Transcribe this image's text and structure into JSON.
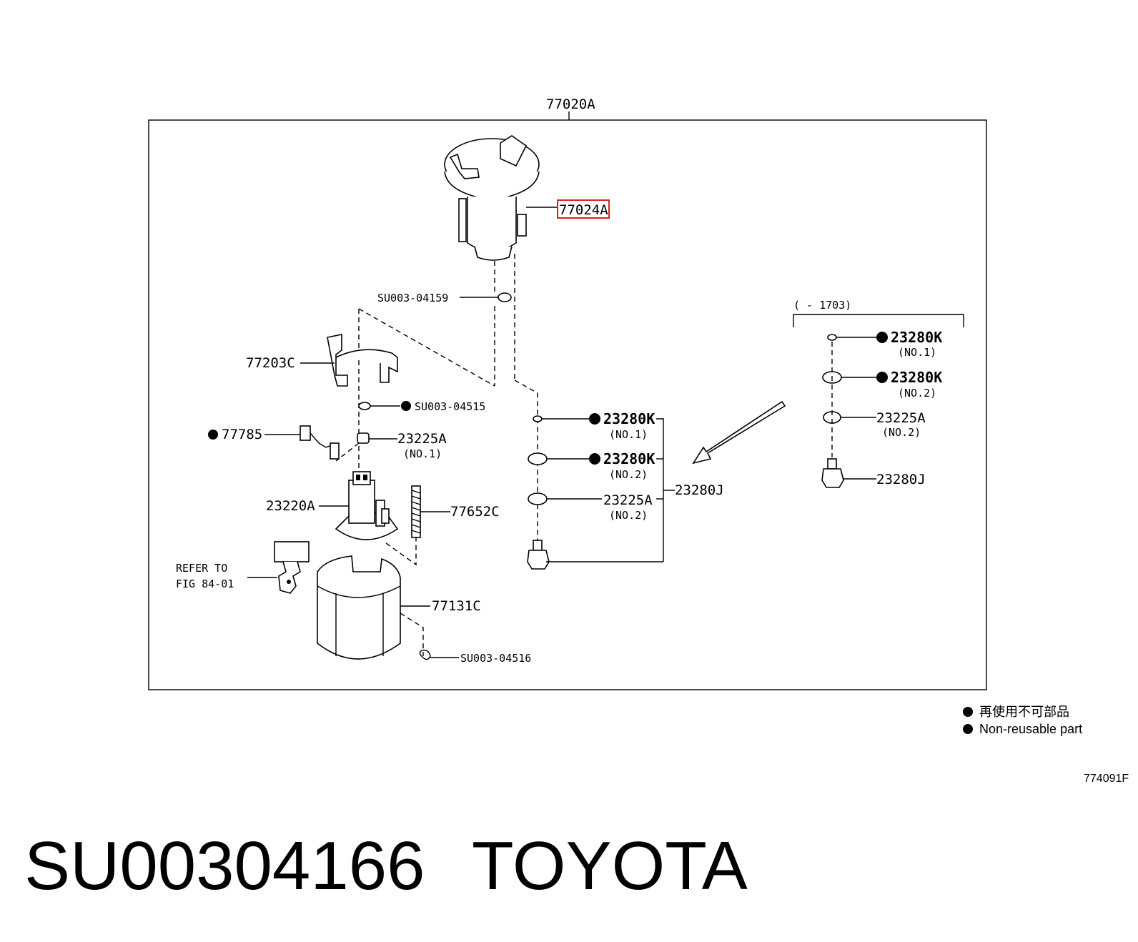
{
  "assembly": {
    "label": "77020A"
  },
  "highlighted_part": {
    "label": "77024A",
    "highlight_color": "#e02020"
  },
  "parts": {
    "su_04159": "SU003-04159",
    "su_04515": "SU003-04515",
    "su_04516": "SU003-04516",
    "p77203c": "77203C",
    "p77785": "77785",
    "p23225a_left": "23225A",
    "p23225a_left_no": "(NO.1)",
    "p23220a": "23220A",
    "p77652c": "77652C",
    "p77131c": "77131C",
    "refer_line1": "REFER TO",
    "refer_line2": "FIG 84-01",
    "p23280k_no1": "23280K",
    "p23280k_no1_no": "(NO.1)",
    "p23280k_no2": "23280K",
    "p23280k_no2_no": "(NO.2)",
    "p23225a_no2": "23225A",
    "p23225a_no2_no": "(NO.2)",
    "p23280j": "23280J"
  },
  "inset": {
    "range_label": "(    - 1703)",
    "p23280k_no1": "23280K",
    "p23280k_no1_no": "(NO.1)",
    "p23280k_no2": "23280K",
    "p23280k_no2_no": "(NO.2)",
    "p23225a": "23225A",
    "p23225a_no": "(NO.2)",
    "p23280j": "23280J"
  },
  "legend": {
    "line1": "再使用不可部品",
    "line2": "Non-reusable part"
  },
  "figure_code": "774091F",
  "caption": {
    "part_number": "SU00304166",
    "brand": "TOYOTA"
  }
}
